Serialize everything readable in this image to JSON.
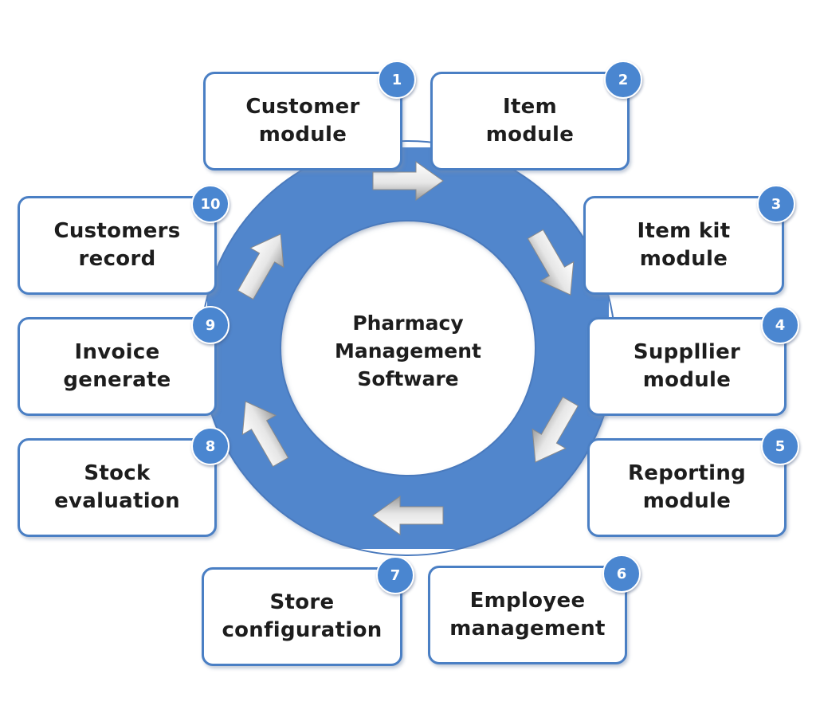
{
  "center": {
    "title": "Pharmacy\nManagement\nSoftware"
  },
  "colors": {
    "accent": "#4a86d0",
    "border": "#4a7fc4",
    "ring": "#5186cc"
  },
  "modules": [
    {
      "number": "1",
      "label": "Customer\nmodule"
    },
    {
      "number": "2",
      "label": "Item\nmodule"
    },
    {
      "number": "3",
      "label": "Item kit\nmodule"
    },
    {
      "number": "4",
      "label": "Suppllier\nmodule"
    },
    {
      "number": "5",
      "label": "Reporting\nmodule"
    },
    {
      "number": "6",
      "label": "Employee\nmanagement"
    },
    {
      "number": "7",
      "label": "Store\nconfiguration"
    },
    {
      "number": "8",
      "label": "Stock\nevaluation"
    },
    {
      "number": "9",
      "label": "Invoice\ngenerate"
    },
    {
      "number": "10",
      "label": "Customers\nrecord"
    }
  ]
}
